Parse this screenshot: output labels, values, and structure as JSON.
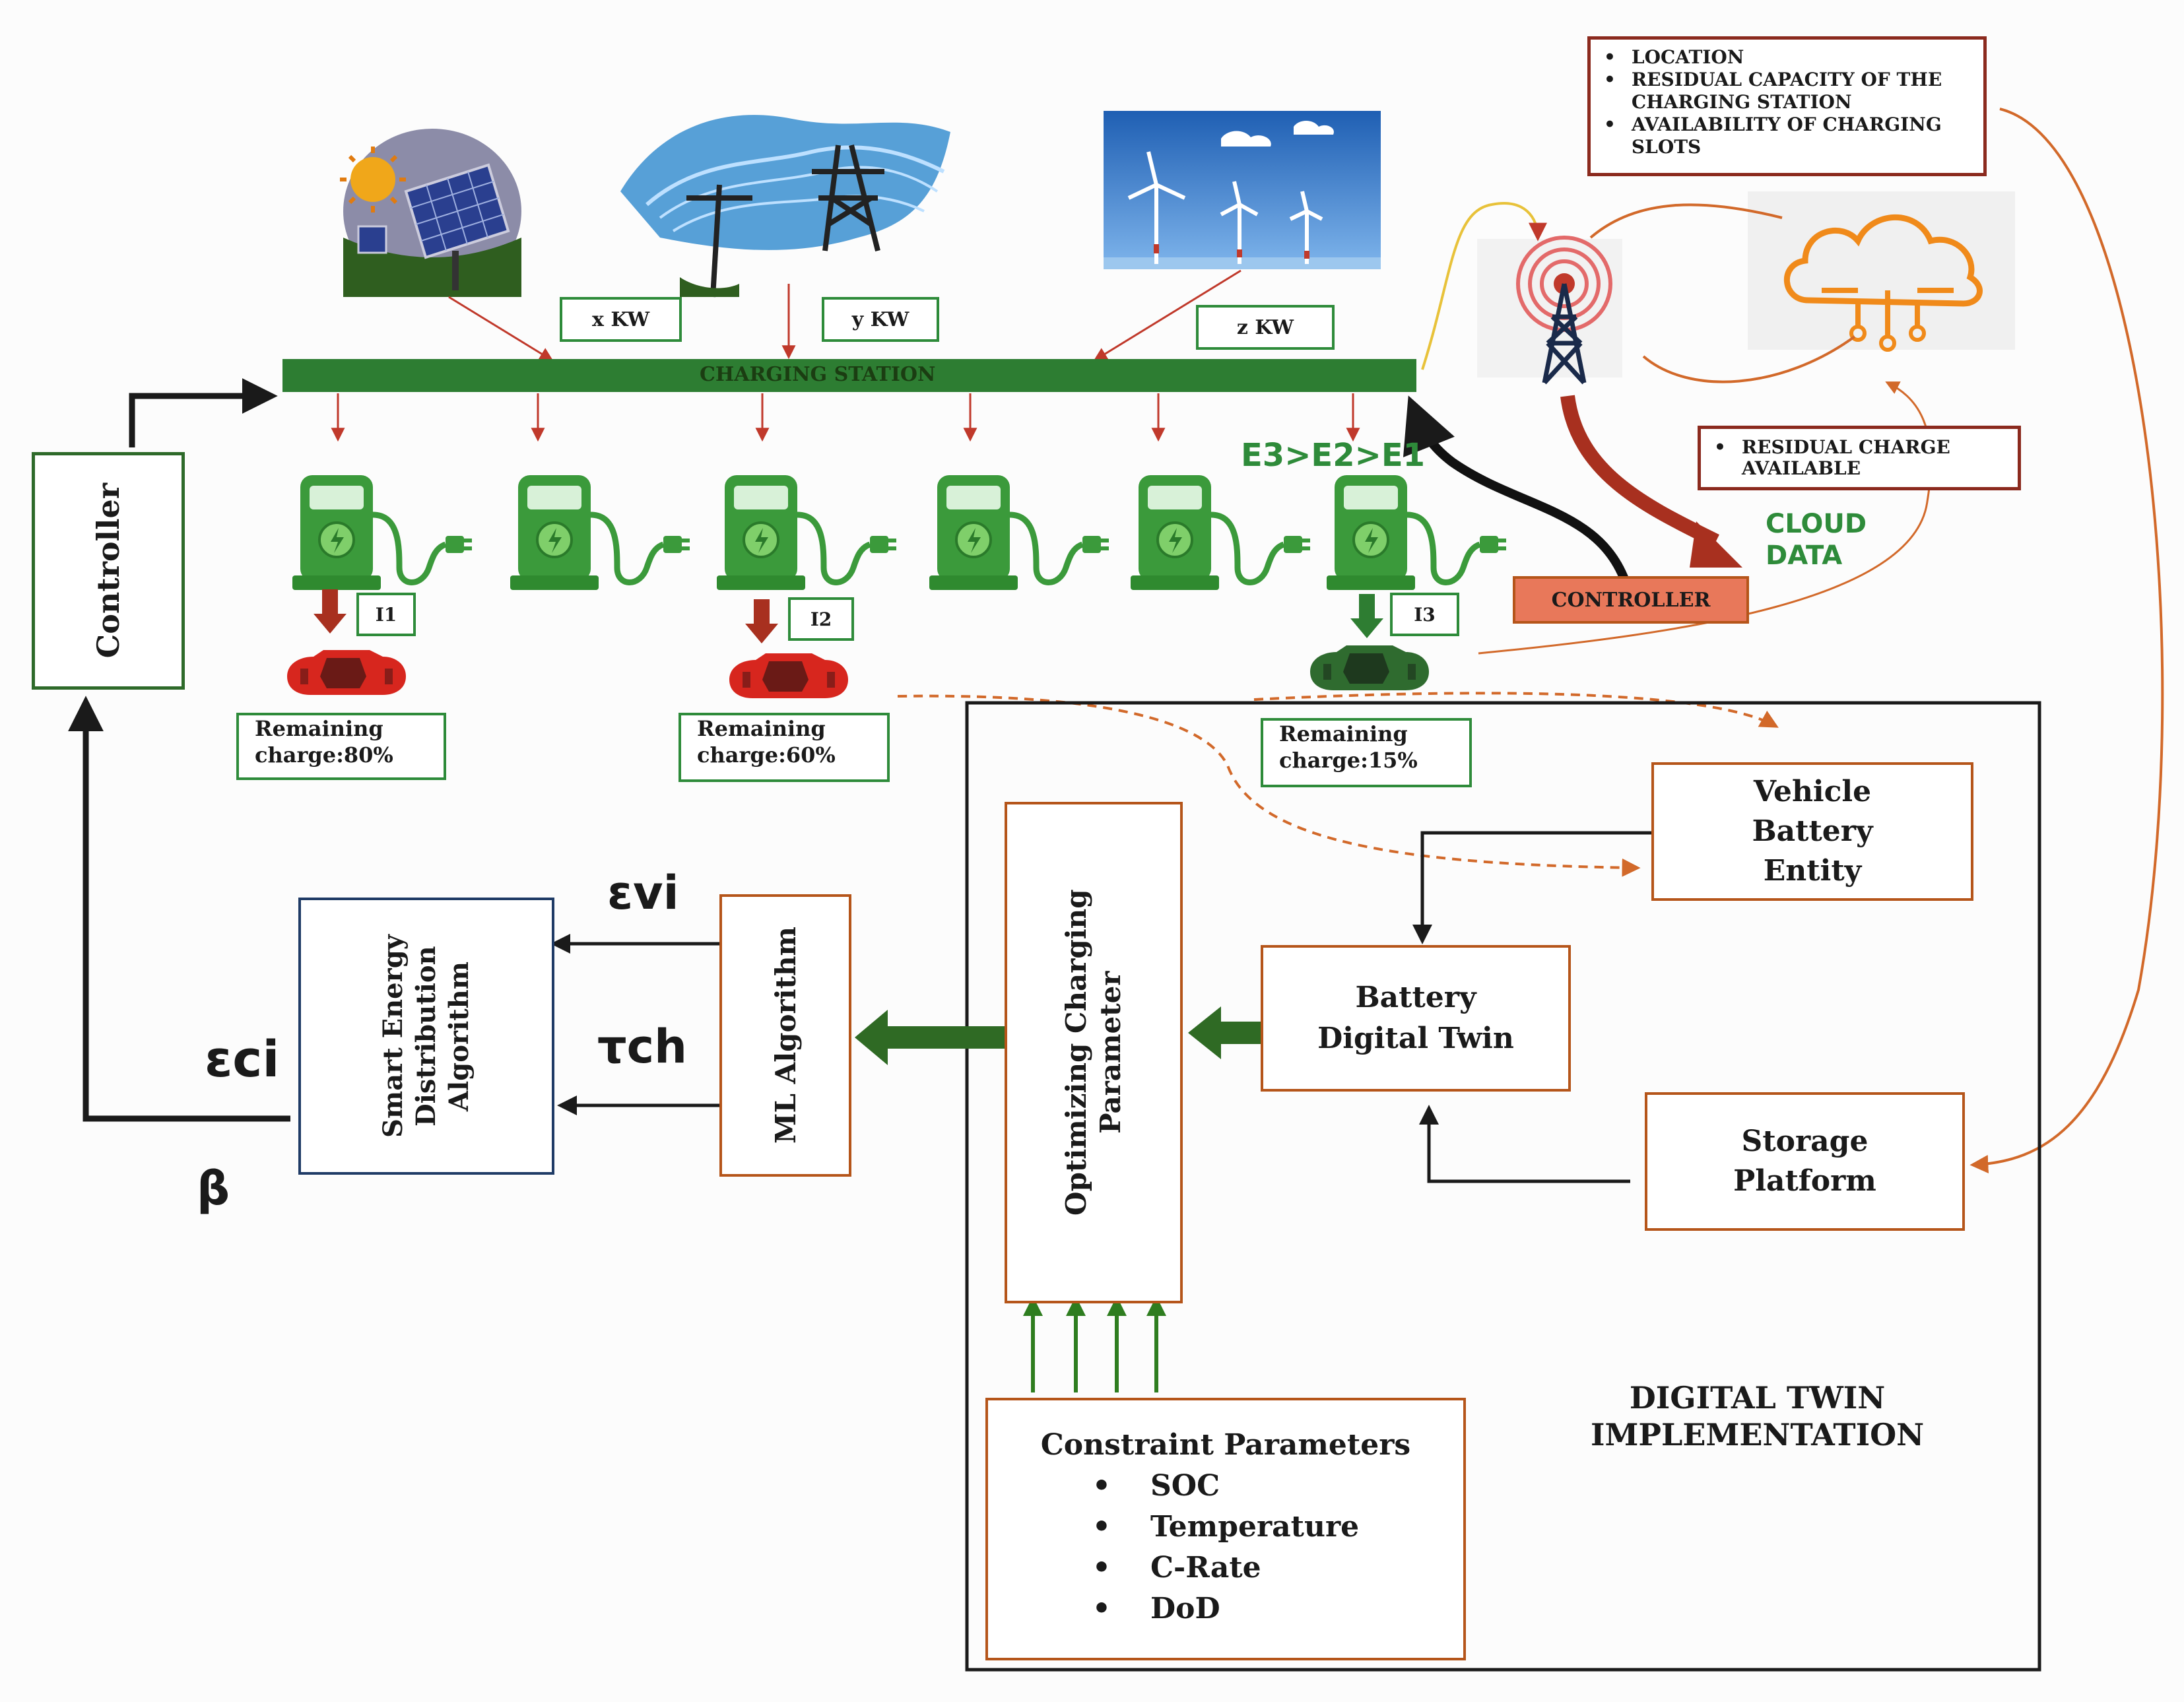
{
  "charging_station": {
    "label": "CHARGING STATION"
  },
  "power_inputs": [
    {
      "label": "x KW"
    },
    {
      "label": "y KW"
    },
    {
      "label": "z KW"
    }
  ],
  "controller_left": {
    "label": "Controller"
  },
  "controller_right": {
    "label": "CONTROLLER"
  },
  "energy_order": {
    "label": "E3>E2>E1"
  },
  "current_labels": [
    {
      "label": "I1"
    },
    {
      "label": "I2"
    },
    {
      "label": "I3"
    }
  ],
  "remaining_charge": [
    {
      "line1": "Remaining",
      "line2": "charge:80%"
    },
    {
      "line1": "Remaining",
      "line2": "charge:60%"
    },
    {
      "line1": "Remaining",
      "line2": "charge:15%"
    }
  ],
  "info_box": {
    "items": [
      "LOCATION",
      "RESIDUAL CAPACITY OF THE CHARGING STATION",
      "AVAILABILITY OF CHARGING SLOTS"
    ]
  },
  "residual_box": {
    "items": [
      "RESIDUAL CHARGE AVAILABLE"
    ]
  },
  "cloud_data": {
    "line1": "CLOUD",
    "line2": "DATA"
  },
  "smart_energy": {
    "label": "Smart Energy Distribution Algorithm"
  },
  "ml_algorithm": {
    "label": "ML Algorithm"
  },
  "optimizing": {
    "label": "Optimizing Charging Parameter"
  },
  "vehicle_battery": {
    "label": "Vehicle Battery Entity"
  },
  "battery_twin": {
    "line1": "Battery",
    "line2": "Digital Twin"
  },
  "storage_platform": {
    "line1": "Storage",
    "line2": "Platform"
  },
  "constraints": {
    "title": "Constraint Parameters",
    "items": [
      "SOC",
      "Temperature",
      "C-Rate",
      "DoD"
    ]
  },
  "digital_twin_title": {
    "line1": "DIGITAL TWIN",
    "line2": "IMPLEMENTATION"
  },
  "symbols": {
    "eps_vi": "εvi",
    "tau_ch": "τch",
    "eps_ci": "εci",
    "beta": "β"
  },
  "colors": {
    "station_green": "#2d7d32",
    "pump_green": "#3b9a3b",
    "car_red": "#d7261e",
    "car_green": "#2f6b2f",
    "arrow_red": "#a8301f",
    "arrow_dark_green": "#2f6a24",
    "controller_fill": "#e8785a",
    "link_orange": "#d2692a"
  }
}
